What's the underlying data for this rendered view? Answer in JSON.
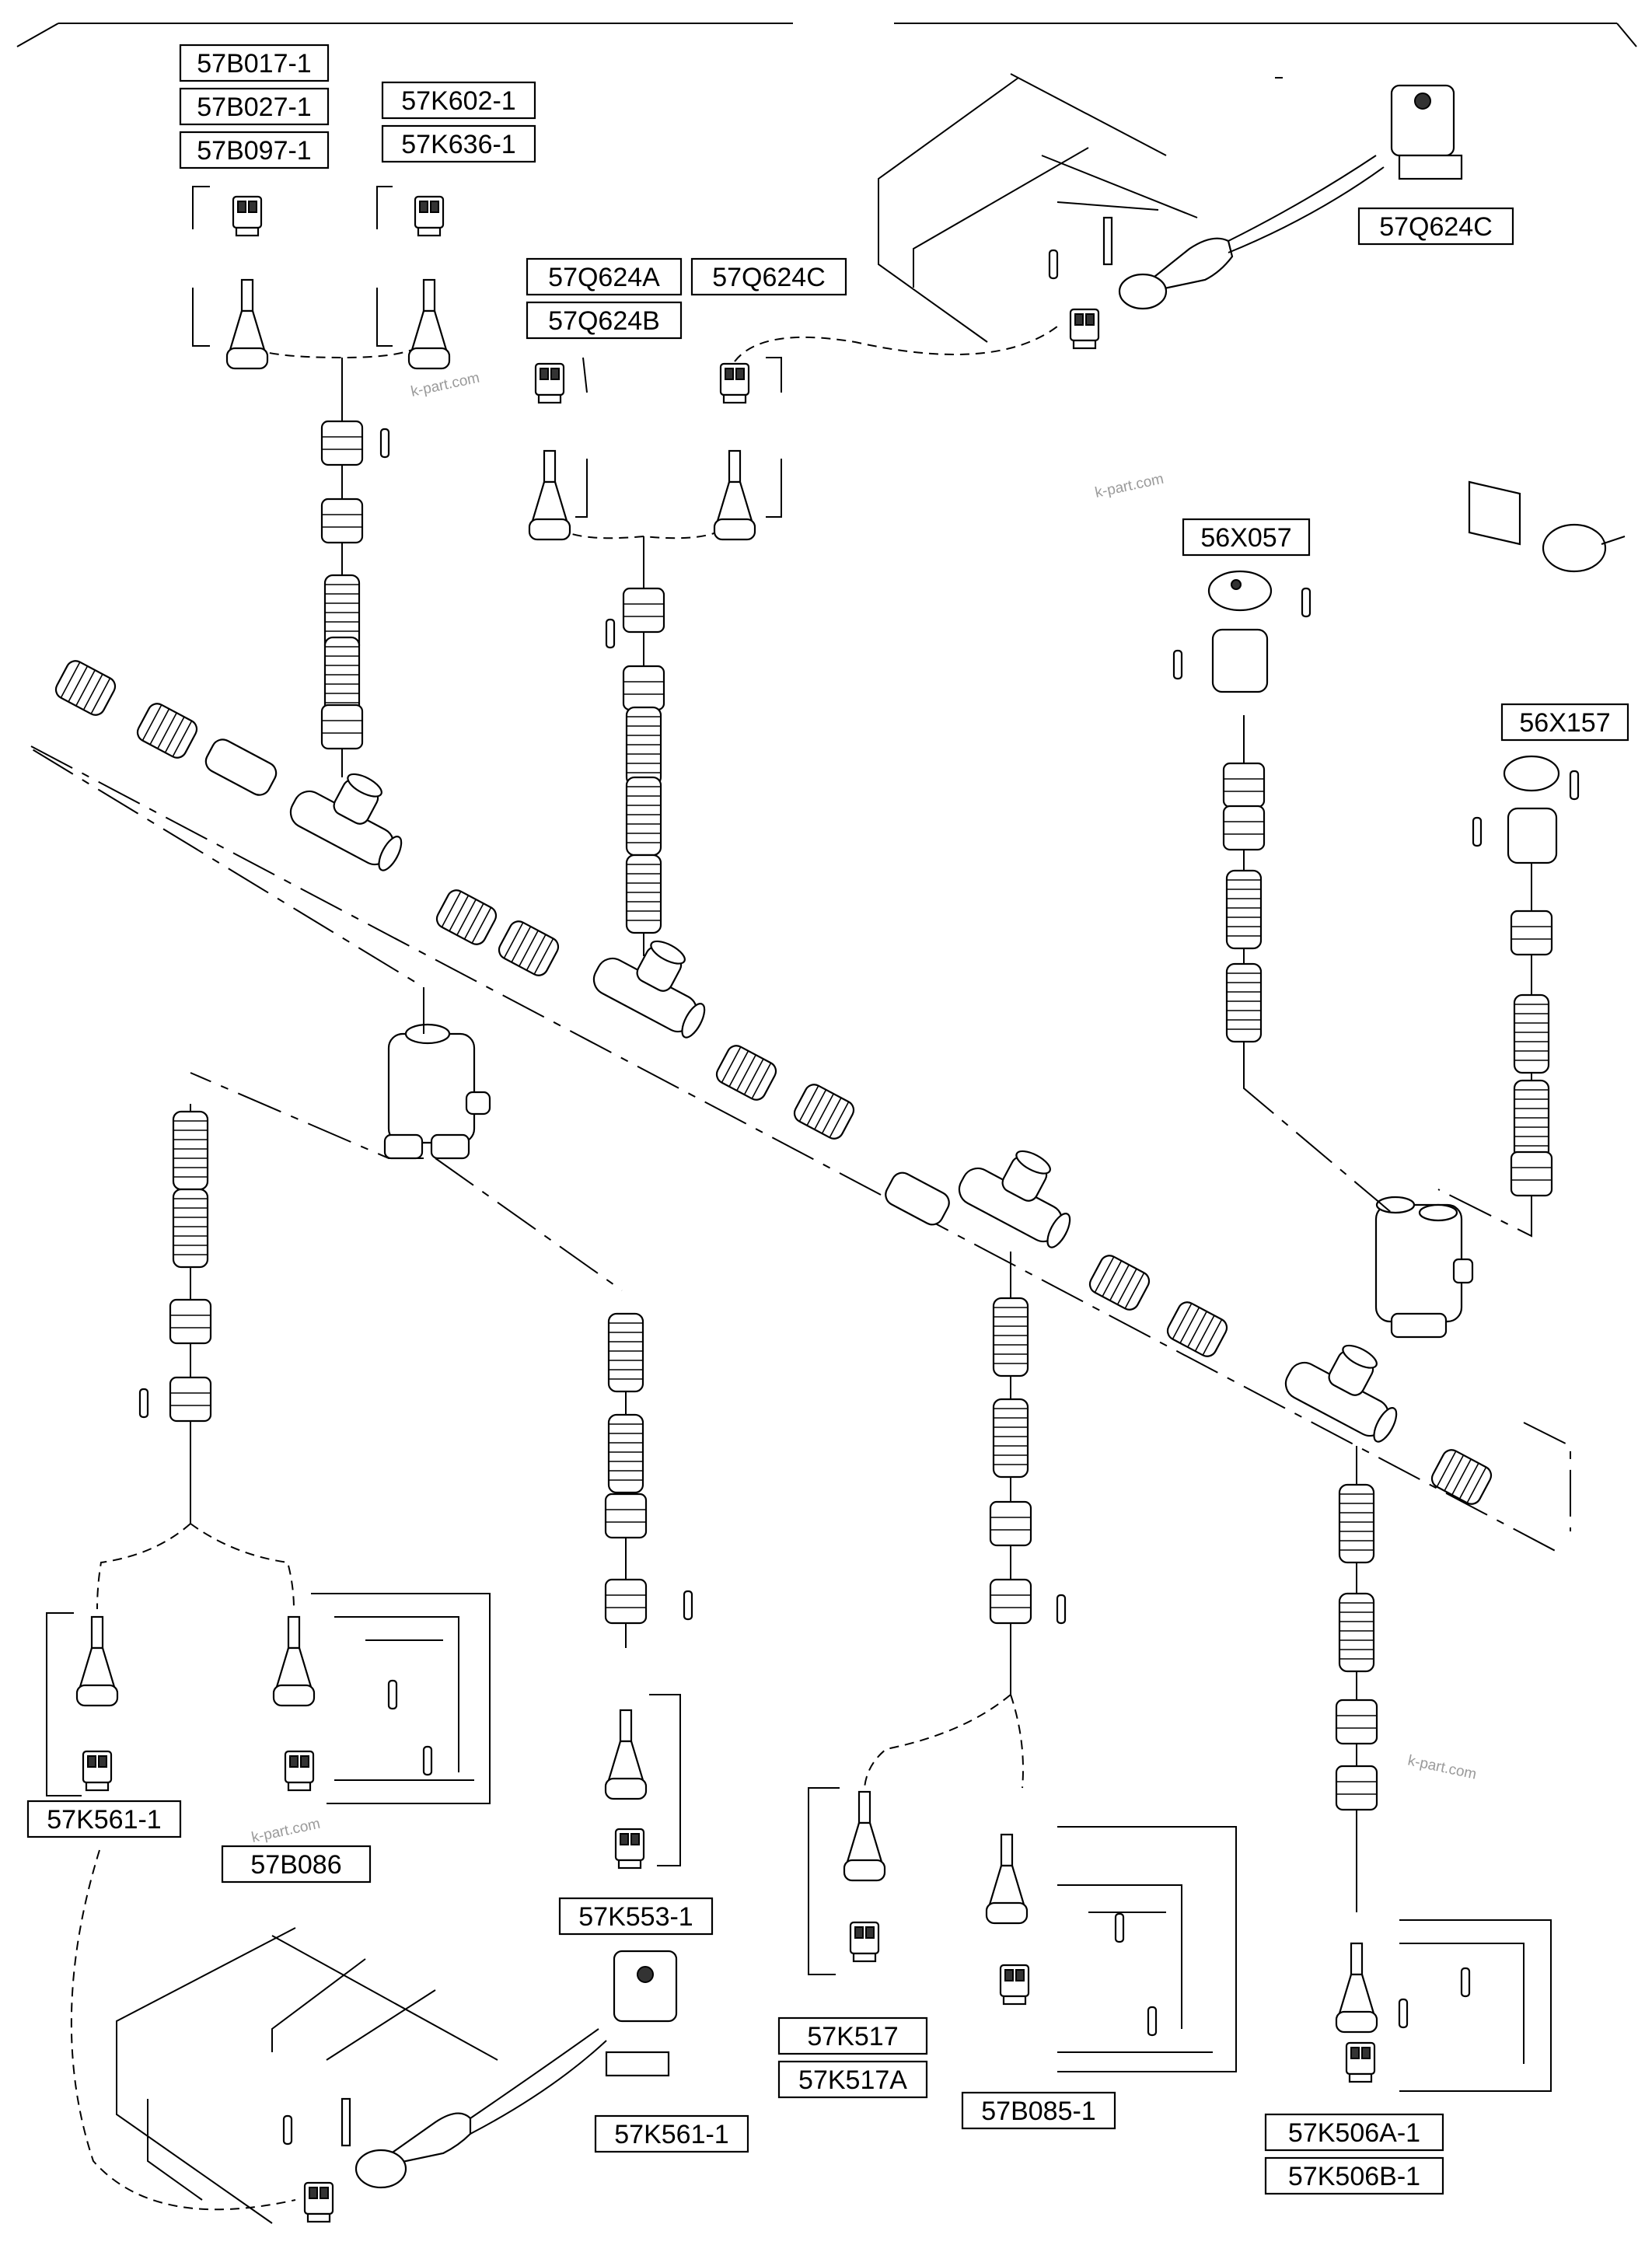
{
  "labels": {
    "l57B017": "57B017-1",
    "l57B027": "57B027-1",
    "l57B097": "57B097-1",
    "l57K602": "57K602-1",
    "l57K636": "57K636-1",
    "l57Q624A": "57Q624A",
    "l57Q624C_small": "57Q624C",
    "l57Q624B": "57Q624B",
    "l57Q624C_top": "57Q624C",
    "l56X057": "56X057",
    "l56X157": "56X157",
    "l57K561_left": "57K561-1",
    "l57B086": "57B086",
    "l57K553": "57K553-1",
    "l57K561_bottom": "57K561-1",
    "l57K517": "57K517",
    "l57K517A": "57K517A",
    "l57B085": "57B085-1",
    "l57K506A": "57K506A-1",
    "l57K506B": "57K506B-1"
  },
  "watermarks": {
    "w1": "k-part.com",
    "w2": "k-part.com",
    "w3": "k-part.com",
    "w4": "k-part.com"
  }
}
